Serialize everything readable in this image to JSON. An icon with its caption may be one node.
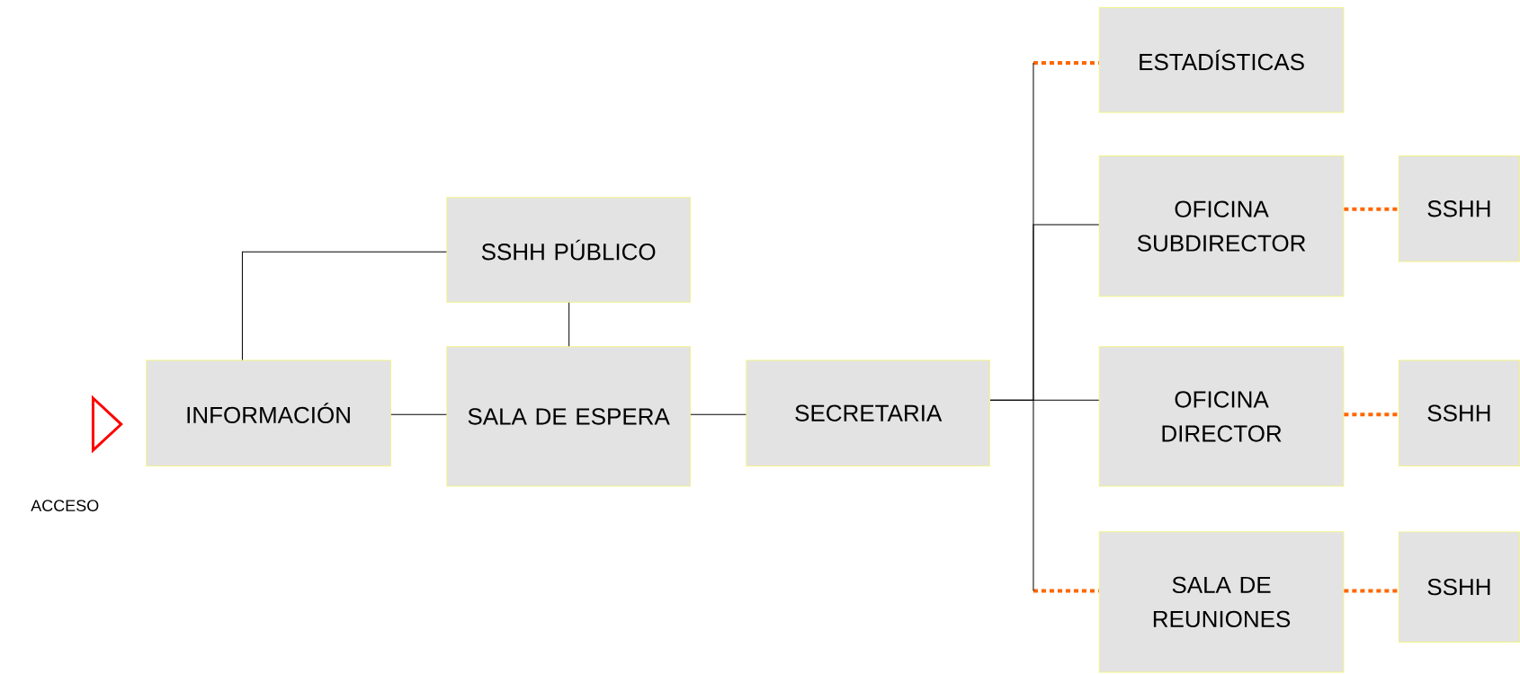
{
  "diagram": {
    "nodes": [
      {
        "text": [
          "INFORMACIÓN"
        ]
      },
      {
        "text": [
          "SSHH PÚBLICO"
        ]
      },
      {
        "text": [
          "SALA DE ESPERA"
        ]
      },
      {
        "text": [
          "SECRETARIA"
        ]
      },
      {
        "text": [
          "ESTADÍSTICAS"
        ]
      },
      {
        "text": [
          "OFICINA SUBDIRECTOR"
        ]
      },
      {
        "text": [
          "SSHH"
        ]
      },
      {
        "text": [
          "OFICINA DIRECTOR"
        ]
      },
      {
        "text": [
          "SSHH"
        ]
      },
      {
        "text": [
          "SALA DE REUNIONES"
        ]
      },
      {
        "text": [
          "SSHH"
        ]
      }
    ],
    "edges": [
      {
        "from": 0,
        "to": 1,
        "arrow": "none"
      },
      {
        "from": 1,
        "to": 2,
        "arrow": "none"
      },
      {
        "from": 0,
        "to": 2,
        "arrow": "none"
      },
      {
        "from": 2,
        "to": 3,
        "arrow": "none"
      },
      {
        "from": null,
        "to": 4,
        "arrow": "none",
        "style": "dashed",
        "color": "#ff6600"
      },
      {
        "from": 3,
        "to": 5,
        "arrow": "none"
      },
      {
        "from": 3,
        "to": 7,
        "arrow": "none"
      },
      {
        "from": null,
        "to": 9,
        "arrow": "none",
        "style": "dashed",
        "color": "#ff6600"
      },
      {
        "from": 5,
        "to": 6,
        "arrow": "none",
        "style": "dashed",
        "color": "#ff6600"
      },
      {
        "from": 7,
        "to": 8,
        "arrow": "none",
        "style": "dashed",
        "color": "#ff6600"
      },
      {
        "from": 9,
        "to": 10,
        "arrow": "none",
        "style": "dashed",
        "color": "#ff6600"
      }
    ],
    "labels": [
      "ACCESO"
    ]
  }
}
